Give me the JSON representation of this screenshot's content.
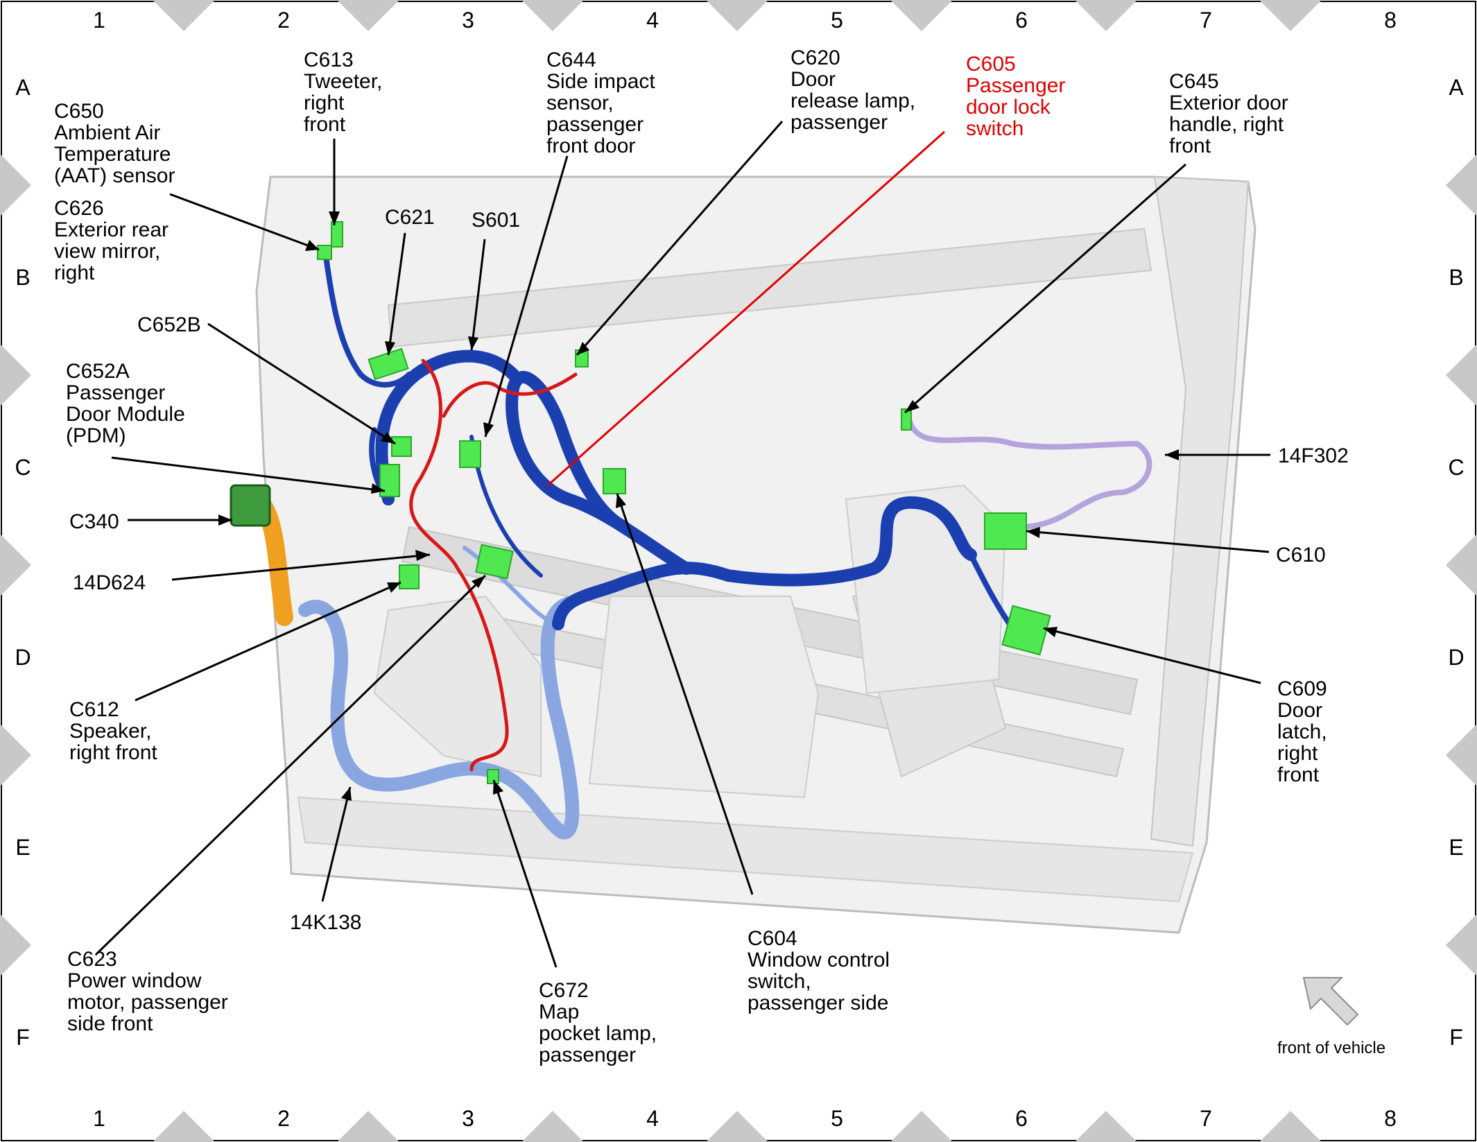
{
  "grid": {
    "columns": [
      "1",
      "2",
      "3",
      "4",
      "5",
      "6",
      "7",
      "8"
    ],
    "rows": [
      "A",
      "B",
      "C",
      "D",
      "E",
      "F"
    ]
  },
  "colors": {
    "blue_harness": "#1c3fb0",
    "light_blue_harness": "#8aa6e0",
    "red_harness": "#d81818",
    "purple_harness": "#b4a4dd",
    "orange_harness": "#f0a020",
    "connector_green": "#50e850",
    "highlight_red": "#e00000"
  },
  "labels": {
    "c650": [
      "C650",
      "Ambient Air",
      "Temperature",
      "(AAT) sensor"
    ],
    "c626": [
      "C626",
      "Exterior rear",
      "view mirror,",
      "right"
    ],
    "c613": [
      "C613",
      "Tweeter,",
      "right",
      "front"
    ],
    "c621": [
      "C621"
    ],
    "s601": [
      "S601"
    ],
    "c644": [
      "C644",
      "Side impact",
      "sensor,",
      "passenger",
      "front door"
    ],
    "c620": [
      "C620",
      "Door",
      "release lamp,",
      "passenger"
    ],
    "c605": [
      "C605",
      "Passenger",
      "door lock",
      "switch"
    ],
    "c645": [
      "C645",
      "Exterior door",
      "handle, right",
      "front"
    ],
    "c652b": [
      "C652B"
    ],
    "c652a": [
      "C652A",
      "Passenger",
      "Door Module",
      "(PDM)"
    ],
    "c340": [
      "C340"
    ],
    "d624": [
      "14D624"
    ],
    "c612": [
      "C612",
      "Speaker,",
      "right front"
    ],
    "c623": [
      "C623",
      "Power window",
      "motor, passenger",
      "side front"
    ],
    "k138": [
      "14K138"
    ],
    "c672": [
      "C672",
      "Map",
      "pocket lamp,",
      "passenger"
    ],
    "c604": [
      "C604",
      "Window control",
      "switch,",
      "passenger side"
    ],
    "f302": [
      "14F302"
    ],
    "c610": [
      "C610"
    ],
    "c609": [
      "C609",
      "Door",
      "latch,",
      "right",
      "front"
    ]
  },
  "legend": {
    "front_of_vehicle": "front of vehicle",
    "arrow_icon": "front-arrow-icon"
  }
}
